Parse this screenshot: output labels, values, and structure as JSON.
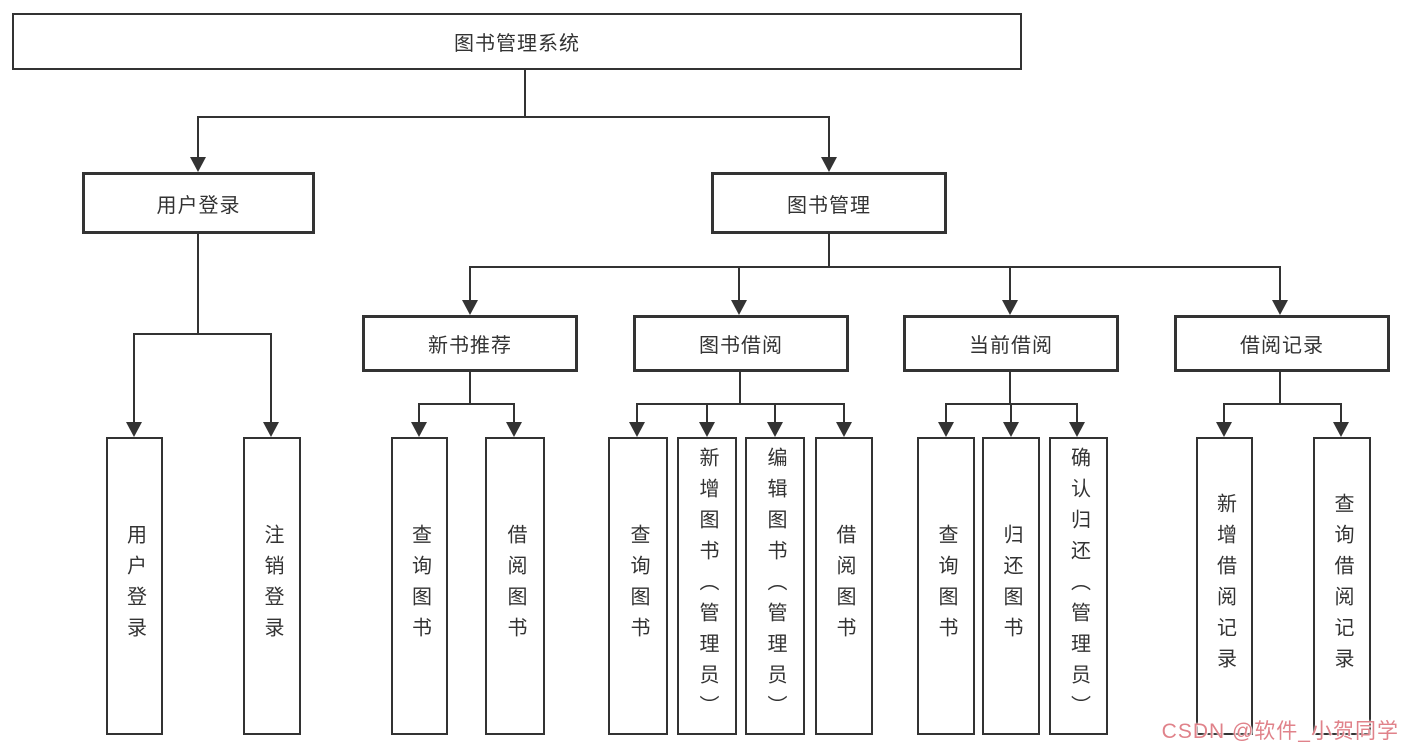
{
  "diagram_title": "图书管理系统",
  "colors": {
    "line": "#333333",
    "box_border": "#333333",
    "text": "#333333",
    "background": "#ffffff",
    "watermark": "#e0828a"
  },
  "tree": {
    "root": {
      "label": "图书管理系统",
      "children": [
        {
          "label": "用户登录",
          "children": [
            {
              "label": "用户登录"
            },
            {
              "label": "注销登录"
            }
          ]
        },
        {
          "label": "图书管理",
          "children": [
            {
              "label": "新书推荐",
              "children": [
                {
                  "label": "查询图书"
                },
                {
                  "label": "借阅图书"
                }
              ]
            },
            {
              "label": "图书借阅",
              "children": [
                {
                  "label": "查询图书"
                },
                {
                  "label": "新增图书（管理员）"
                },
                {
                  "label": "编辑图书（管理员）"
                },
                {
                  "label": "借阅图书"
                }
              ]
            },
            {
              "label": "当前借阅",
              "children": [
                {
                  "label": "查询图书"
                },
                {
                  "label": "归还图书"
                },
                {
                  "label": "确认归还（管理员）"
                }
              ]
            },
            {
              "label": "借阅记录",
              "children": [
                {
                  "label": "新增借阅记录"
                },
                {
                  "label": "查询借阅记录"
                }
              ]
            }
          ]
        }
      ]
    }
  },
  "watermark": {
    "text": "CSDN @软件_小贺同学"
  }
}
